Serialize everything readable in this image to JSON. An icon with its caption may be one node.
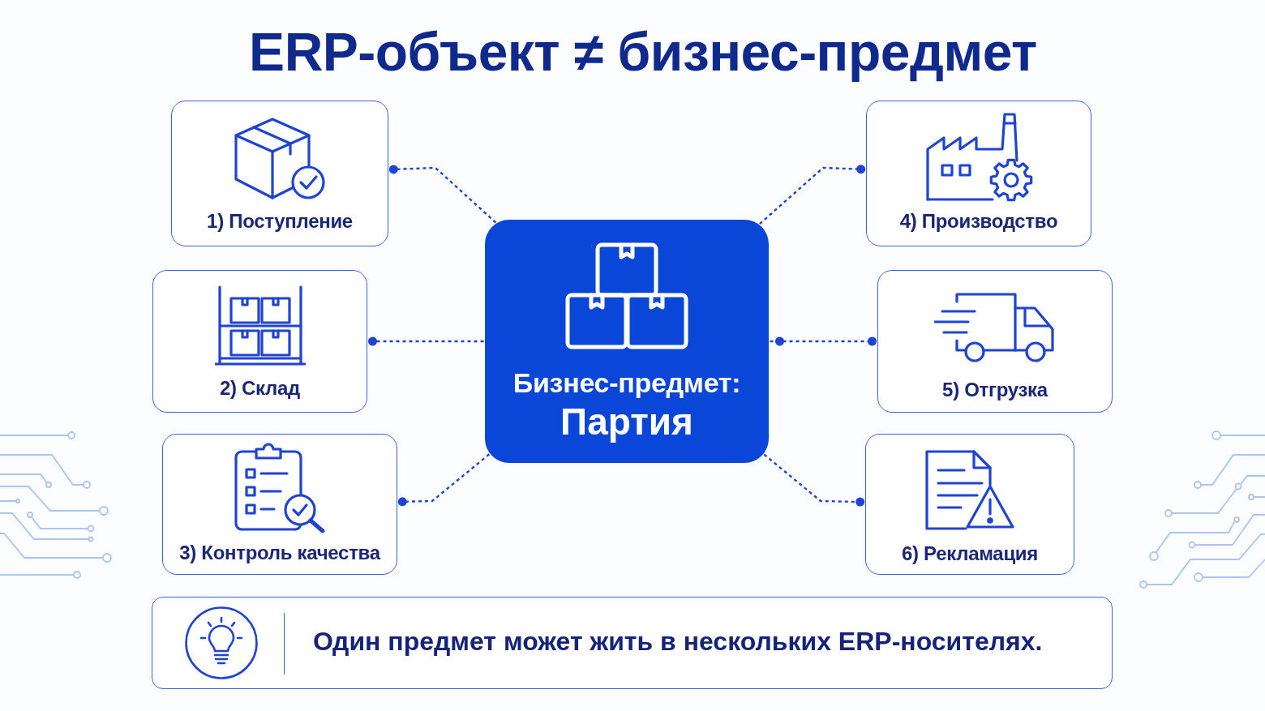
{
  "diagram": {
    "title": "ERP-объект ≠ бизнес-предмет",
    "nodes": [
      {
        "text": [
          "1) Поступление"
        ]
      },
      {
        "text": [
          "2) Склад"
        ]
      },
      {
        "text": [
          "3) Контроль качества"
        ]
      },
      {
        "text": [
          "Бизнес-предмет:",
          "Партия"
        ]
      },
      {
        "text": [
          "4) Производство"
        ]
      },
      {
        "text": [
          "5) Отгрузка"
        ]
      },
      {
        "text": [
          "6) Рекламация"
        ]
      },
      {
        "text": [
          "Один предмет может жить в нескольких ERP-носителях."
        ]
      }
    ],
    "edges": [
      {
        "from": 3,
        "to": 0,
        "arrow": "other",
        "style": "dashed"
      },
      {
        "from": 3,
        "to": 1,
        "arrow": "other",
        "style": "dashed"
      },
      {
        "from": 3,
        "to": 2,
        "arrow": "other",
        "style": "dashed"
      },
      {
        "from": 3,
        "to": 4,
        "arrow": "other",
        "style": "dashed"
      },
      {
        "from": 3,
        "to": 5,
        "arrow": "other",
        "style": "dashed"
      },
      {
        "from": 3,
        "to": 6,
        "arrow": "other",
        "style": "dashed"
      }
    ]
  }
}
